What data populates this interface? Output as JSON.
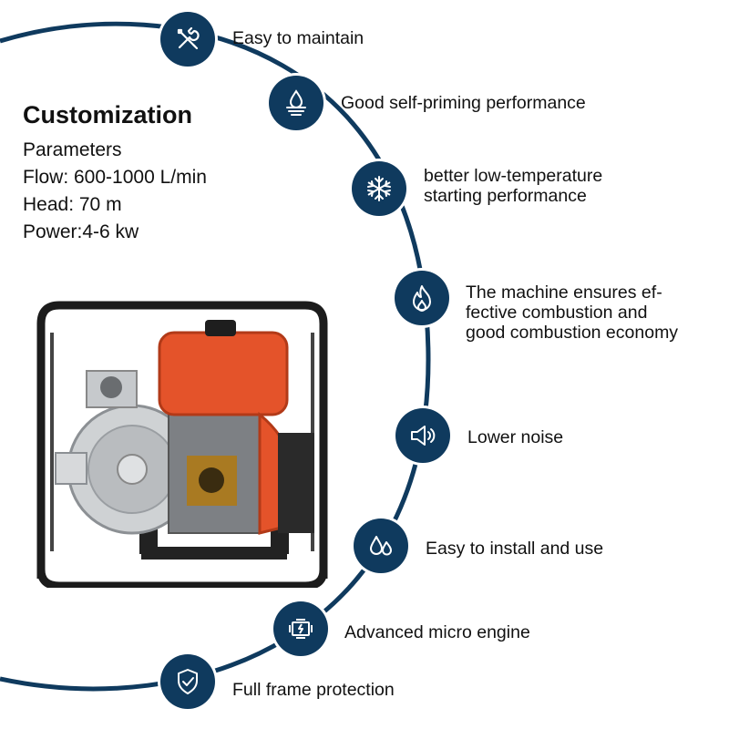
{
  "colors": {
    "arc": "#0f3a5e",
    "icon_bg": "#0f3a5e",
    "icon_fg": "#ffffff",
    "engine_orange": "#e4532a",
    "frame": "#1c1c1c"
  },
  "specs": {
    "title": "Customization",
    "lines": [
      "Parameters",
      "Flow: 600-1000 L/min",
      "Head: 70 m",
      "Power:4-6 kw"
    ]
  },
  "features": [
    {
      "icon": "wrench-screwdriver-icon",
      "label": "Easy to maintain"
    },
    {
      "icon": "water-drop-icon",
      "label": "Good self-priming performance"
    },
    {
      "icon": "snowflake-icon",
      "label": "better low-temperature\nstarting performance"
    },
    {
      "icon": "flame-icon",
      "label": "The machine ensures ef-\nfective combustion and\ngood combustion economy"
    },
    {
      "icon": "speaker-icon",
      "label": "Lower noise"
    },
    {
      "icon": "water-drops-icon",
      "label": "Easy to install and use"
    },
    {
      "icon": "engine-icon",
      "label": "Advanced micro engine"
    },
    {
      "icon": "shield-check-icon",
      "label": "Full frame protection"
    }
  ]
}
